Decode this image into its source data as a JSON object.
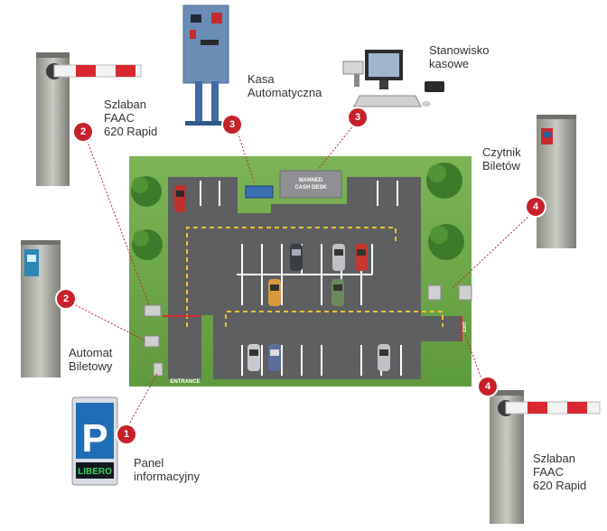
{
  "labels": {
    "barrier_tl": [
      "Szlaban",
      "FAAC",
      "620 Rapid"
    ],
    "kasa": [
      "Kasa",
      "Automatyczna"
    ],
    "stanowisko": [
      "Stanowisko",
      "kasowe"
    ],
    "czytnik": [
      "Czytnik",
      "Biletów"
    ],
    "automat": [
      "Automat",
      "Biletowy"
    ],
    "panel": [
      "Panel",
      "informacyjny"
    ],
    "barrier_br": [
      "Szlaban",
      "FAAC",
      "620 Rapid"
    ]
  },
  "badges": {
    "barrier_tl": "2",
    "automat": "2",
    "kasa": "3",
    "stanowisko": "3",
    "czytnik": "4",
    "barrier_br": "4",
    "panel": "1"
  },
  "map_text": {
    "desk_line1": "MANNED",
    "desk_line2": "CASH DESK",
    "entrance": "ENTRANCE",
    "exit": "EXIT"
  },
  "panel_display": "LIBERO",
  "panel_symbol": "P",
  "colors": {
    "accent": "#c6202b",
    "grass": "#6fa84a",
    "asphalt": "#5d5f61",
    "barrier_stripe": "#d8282f"
  }
}
